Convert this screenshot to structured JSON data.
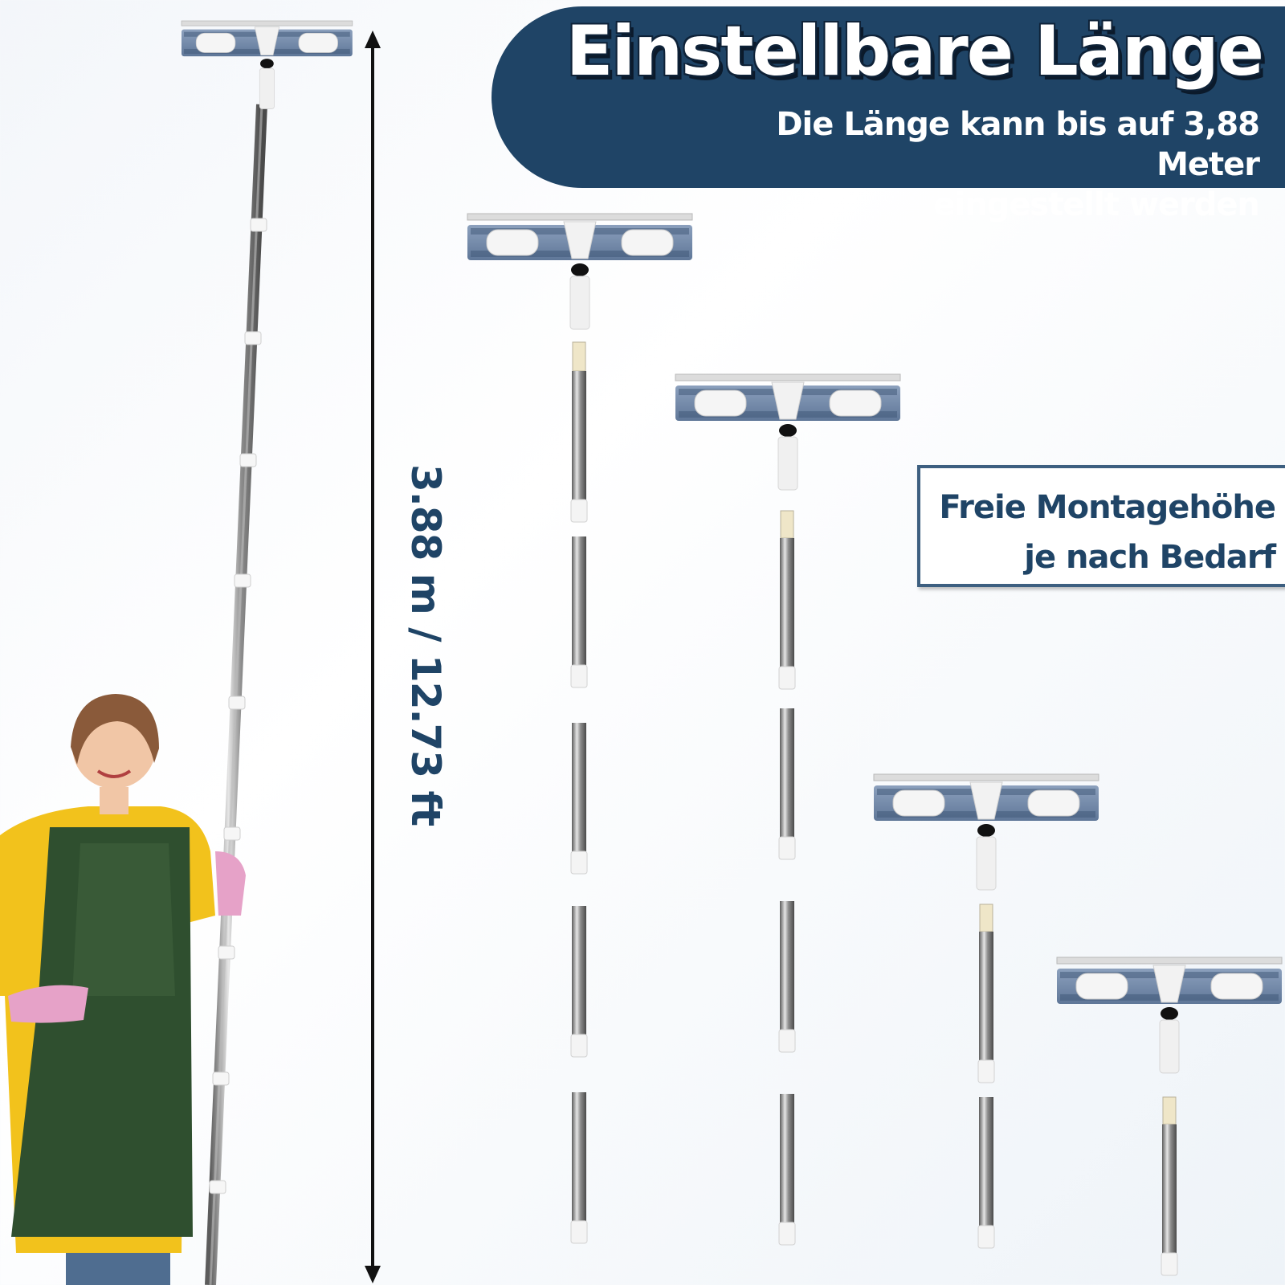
{
  "banner": {
    "title": "Einstellbare Länge",
    "subtitle_line1": "Die Länge kann bis auf 3,88 Meter",
    "subtitle_line2": "eingestellt werden"
  },
  "dimension": {
    "label": "3.88 m / 12.73 ft"
  },
  "callout": {
    "line1": "Freie Montagehöhe",
    "line2": "je nach Bedarf"
  },
  "colors": {
    "brand_navy": "#1f4466",
    "callout_border": "#3d5f80",
    "pad_blue": "#6f87a7",
    "pole_steel": "#9a9a9a"
  }
}
